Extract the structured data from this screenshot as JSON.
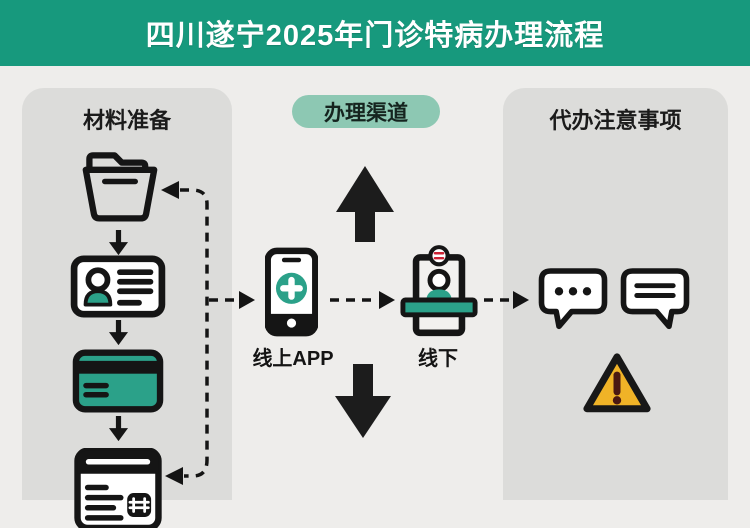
{
  "title": "四川遂宁2025年门诊特病办理流程",
  "left_panel": {
    "header": "材料准备",
    "icons": [
      "folder-icon",
      "id-card-icon",
      "social-card-icon",
      "document-icon"
    ]
  },
  "middle": {
    "pill": "办理渠道",
    "online_label": "线上APP",
    "offline_label": "线下",
    "icons": [
      "phone-app-icon",
      "service-counter-icon",
      "flow-up-arrow-icon",
      "flow-down-arrow-icon"
    ]
  },
  "right_panel": {
    "header": "代办注意事项",
    "icons": [
      "chat-dots-icon",
      "chat-lines-icon",
      "warning-triangle-icon"
    ]
  },
  "colors": {
    "banner": "#17997d",
    "pill": "#8dc8b3",
    "teal": "#2ba189",
    "panel": "#dcdcda",
    "background": "#eeedeb",
    "warning_fill": "#f0b327",
    "warning_mark": "#4a1812",
    "ink": "#151515"
  }
}
